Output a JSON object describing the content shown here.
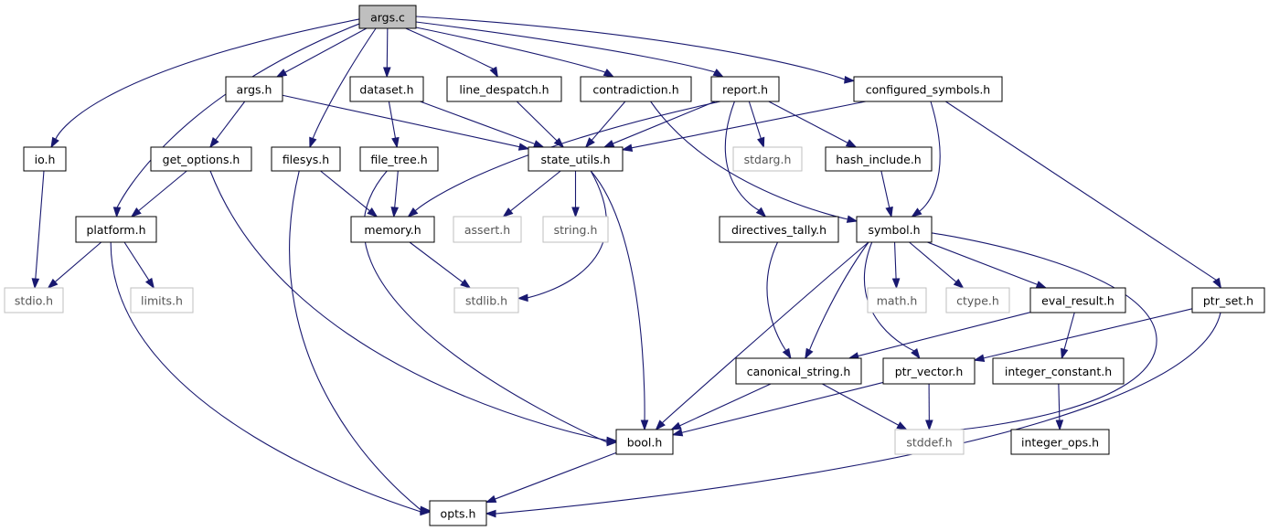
{
  "colors": {
    "edge": "#191970",
    "root_fill": "#bfbfbf",
    "local_border": "#000000",
    "system_border": "#bfbfbf",
    "system_text": "#555555"
  },
  "nodes": [
    {
      "id": "args_c",
      "label": "args.c",
      "kind": "root"
    },
    {
      "id": "io_h",
      "label": "io.h",
      "kind": "local"
    },
    {
      "id": "platform_h",
      "label": "platform.h",
      "kind": "local"
    },
    {
      "id": "args_h",
      "label": "args.h",
      "kind": "local"
    },
    {
      "id": "filesys_h",
      "label": "filesys.h",
      "kind": "local"
    },
    {
      "id": "dataset_h",
      "label": "dataset.h",
      "kind": "local"
    },
    {
      "id": "line_despatch_h",
      "label": "line_despatch.h",
      "kind": "local"
    },
    {
      "id": "contradiction_h",
      "label": "contradiction.h",
      "kind": "local"
    },
    {
      "id": "report_h",
      "label": "report.h",
      "kind": "local"
    },
    {
      "id": "configured_symbols_h",
      "label": "configured_symbols.h",
      "kind": "local"
    },
    {
      "id": "get_options_h",
      "label": "get_options.h",
      "kind": "local"
    },
    {
      "id": "file_tree_h",
      "label": "file_tree.h",
      "kind": "local"
    },
    {
      "id": "state_utils_h",
      "label": "state_utils.h",
      "kind": "local"
    },
    {
      "id": "stdarg_h",
      "label": "stdarg.h",
      "kind": "system"
    },
    {
      "id": "hash_include_h",
      "label": "hash_include.h",
      "kind": "local"
    },
    {
      "id": "memory_h",
      "label": "memory.h",
      "kind": "local"
    },
    {
      "id": "assert_h",
      "label": "assert.h",
      "kind": "system"
    },
    {
      "id": "string_h",
      "label": "string.h",
      "kind": "system"
    },
    {
      "id": "directives_tally_h",
      "label": "directives_tally.h",
      "kind": "local"
    },
    {
      "id": "symbol_h",
      "label": "symbol.h",
      "kind": "local"
    },
    {
      "id": "stdio_h",
      "label": "stdio.h",
      "kind": "system"
    },
    {
      "id": "limits_h",
      "label": "limits.h",
      "kind": "system"
    },
    {
      "id": "stdlib_h",
      "label": "stdlib.h",
      "kind": "system"
    },
    {
      "id": "math_h",
      "label": "math.h",
      "kind": "system"
    },
    {
      "id": "ctype_h",
      "label": "ctype.h",
      "kind": "system"
    },
    {
      "id": "eval_result_h",
      "label": "eval_result.h",
      "kind": "local"
    },
    {
      "id": "ptr_set_h",
      "label": "ptr_set.h",
      "kind": "local"
    },
    {
      "id": "canonical_string_h",
      "label": "canonical_string.h",
      "kind": "local"
    },
    {
      "id": "ptr_vector_h",
      "label": "ptr_vector.h",
      "kind": "local"
    },
    {
      "id": "integer_constant_h",
      "label": "integer_constant.h",
      "kind": "local"
    },
    {
      "id": "bool_h",
      "label": "bool.h",
      "kind": "local"
    },
    {
      "id": "stddef_h",
      "label": "stddef.h",
      "kind": "system"
    },
    {
      "id": "integer_ops_h",
      "label": "integer_ops.h",
      "kind": "local"
    },
    {
      "id": "opts_h",
      "label": "opts.h",
      "kind": "local"
    }
  ],
  "edges": [
    [
      "args_c",
      "io_h"
    ],
    [
      "args_c",
      "platform_h"
    ],
    [
      "args_c",
      "args_h"
    ],
    [
      "args_c",
      "filesys_h"
    ],
    [
      "args_c",
      "dataset_h"
    ],
    [
      "args_c",
      "line_despatch_h"
    ],
    [
      "args_c",
      "contradiction_h"
    ],
    [
      "args_c",
      "report_h"
    ],
    [
      "args_c",
      "configured_symbols_h"
    ],
    [
      "io_h",
      "stdio_h"
    ],
    [
      "platform_h",
      "stdio_h"
    ],
    [
      "platform_h",
      "limits_h"
    ],
    [
      "platform_h",
      "opts_h"
    ],
    [
      "args_h",
      "get_options_h"
    ],
    [
      "args_h",
      "state_utils_h"
    ],
    [
      "get_options_h",
      "platform_h"
    ],
    [
      "get_options_h",
      "bool_h"
    ],
    [
      "filesys_h",
      "memory_h"
    ],
    [
      "filesys_h",
      "opts_h"
    ],
    [
      "dataset_h",
      "file_tree_h"
    ],
    [
      "dataset_h",
      "state_utils_h"
    ],
    [
      "file_tree_h",
      "memory_h"
    ],
    [
      "file_tree_h",
      "bool_h"
    ],
    [
      "line_despatch_h",
      "state_utils_h"
    ],
    [
      "contradiction_h",
      "state_utils_h"
    ],
    [
      "contradiction_h",
      "symbol_h"
    ],
    [
      "report_h",
      "memory_h"
    ],
    [
      "report_h",
      "state_utils_h"
    ],
    [
      "report_h",
      "stdarg_h"
    ],
    [
      "report_h",
      "hash_include_h"
    ],
    [
      "report_h",
      "directives_tally_h"
    ],
    [
      "configured_symbols_h",
      "state_utils_h"
    ],
    [
      "configured_symbols_h",
      "symbol_h"
    ],
    [
      "configured_symbols_h",
      "ptr_set_h"
    ],
    [
      "state_utils_h",
      "assert_h"
    ],
    [
      "state_utils_h",
      "string_h"
    ],
    [
      "state_utils_h",
      "stdlib_h"
    ],
    [
      "state_utils_h",
      "bool_h"
    ],
    [
      "memory_h",
      "stdlib_h"
    ],
    [
      "hash_include_h",
      "symbol_h"
    ],
    [
      "directives_tally_h",
      "canonical_string_h"
    ],
    [
      "symbol_h",
      "math_h"
    ],
    [
      "symbol_h",
      "ctype_h"
    ],
    [
      "symbol_h",
      "eval_result_h"
    ],
    [
      "symbol_h",
      "canonical_string_h"
    ],
    [
      "symbol_h",
      "ptr_vector_h"
    ],
    [
      "symbol_h",
      "bool_h"
    ],
    [
      "symbol_h",
      "stddef_h"
    ],
    [
      "eval_result_h",
      "canonical_string_h"
    ],
    [
      "eval_result_h",
      "integer_constant_h"
    ],
    [
      "ptr_set_h",
      "ptr_vector_h"
    ],
    [
      "ptr_set_h",
      "opts_h"
    ],
    [
      "canonical_string_h",
      "bool_h"
    ],
    [
      "canonical_string_h",
      "stddef_h"
    ],
    [
      "ptr_vector_h",
      "bool_h"
    ],
    [
      "ptr_vector_h",
      "stddef_h"
    ],
    [
      "integer_constant_h",
      "integer_ops_h"
    ],
    [
      "bool_h",
      "opts_h"
    ]
  ]
}
